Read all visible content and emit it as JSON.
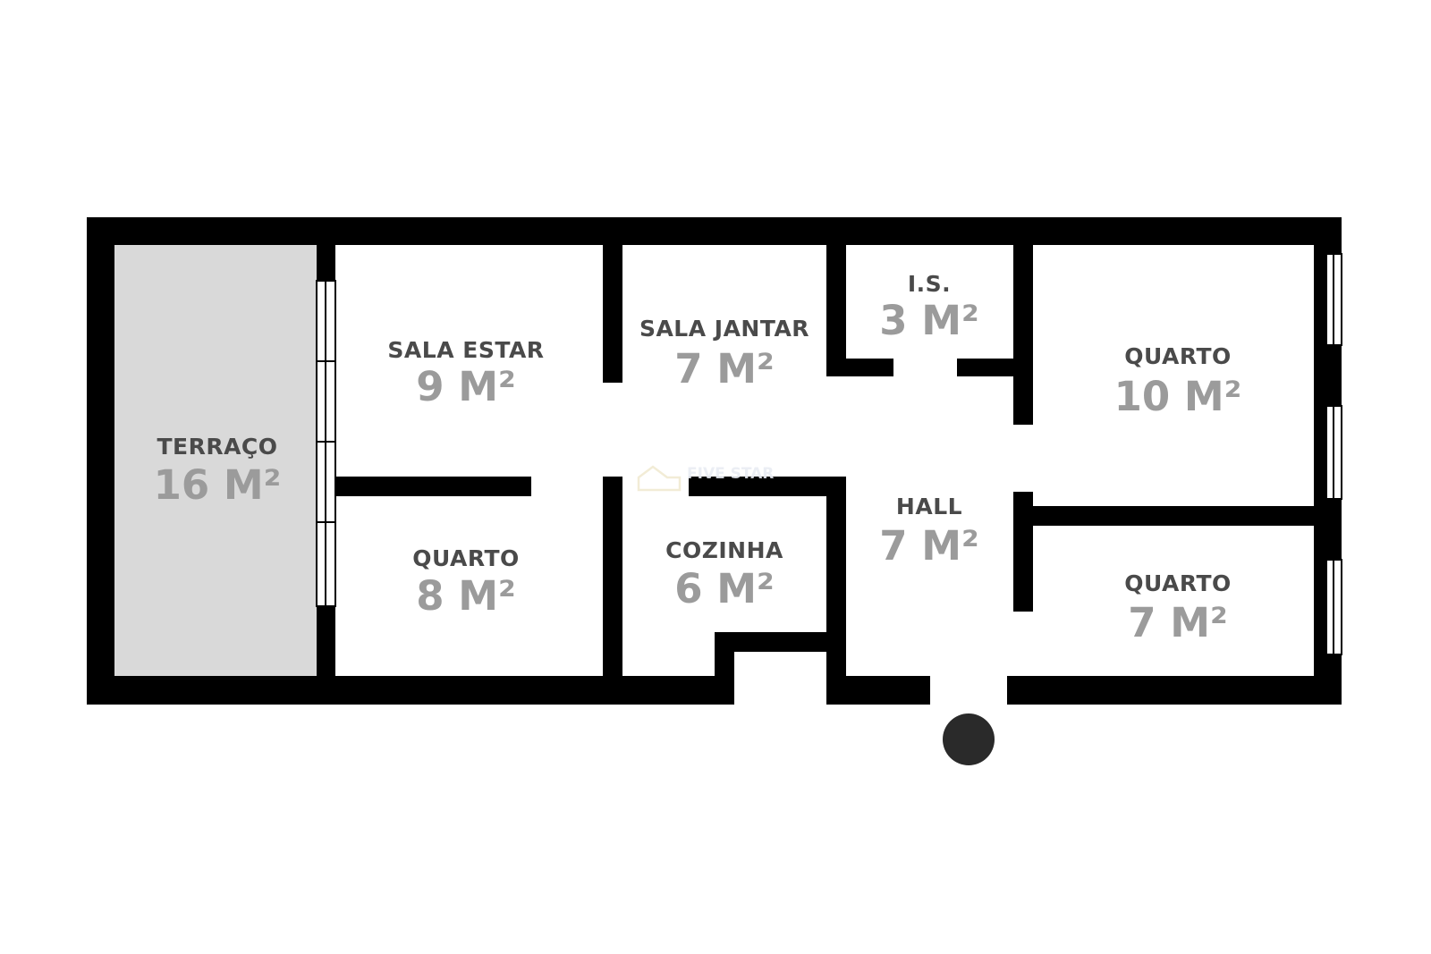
{
  "floor_plan": {
    "colors": {
      "wall": "#000000",
      "terrace_fill": "#d9d9d9",
      "room_name": "#4a4a4a",
      "room_area": "#9b9b9b",
      "entrance_marker": "#2a2a2a"
    },
    "rooms": {
      "terraco": {
        "name": "TERRAÇO",
        "area": "16 M²"
      },
      "sala_estar": {
        "name": "SALA ESTAR",
        "area": "9 M²"
      },
      "sala_jantar": {
        "name": "SALA JANTAR",
        "area": "7 M²"
      },
      "is": {
        "name": "I.S.",
        "area": "3 M²"
      },
      "quarto_1": {
        "name": "QUARTO",
        "area": "10 M²"
      },
      "quarto_2": {
        "name": "QUARTO",
        "area": "8 M²"
      },
      "cozinha": {
        "name": "COZINHA",
        "area": "6 M²"
      },
      "hall": {
        "name": "HALL",
        "area": "7 M²"
      },
      "quarto_3": {
        "name": "QUARTO",
        "area": "7 M²"
      }
    },
    "watermark": {
      "text": "FIVE STAR"
    },
    "entrance": {
      "icon": "entrance-dot-icon"
    }
  }
}
